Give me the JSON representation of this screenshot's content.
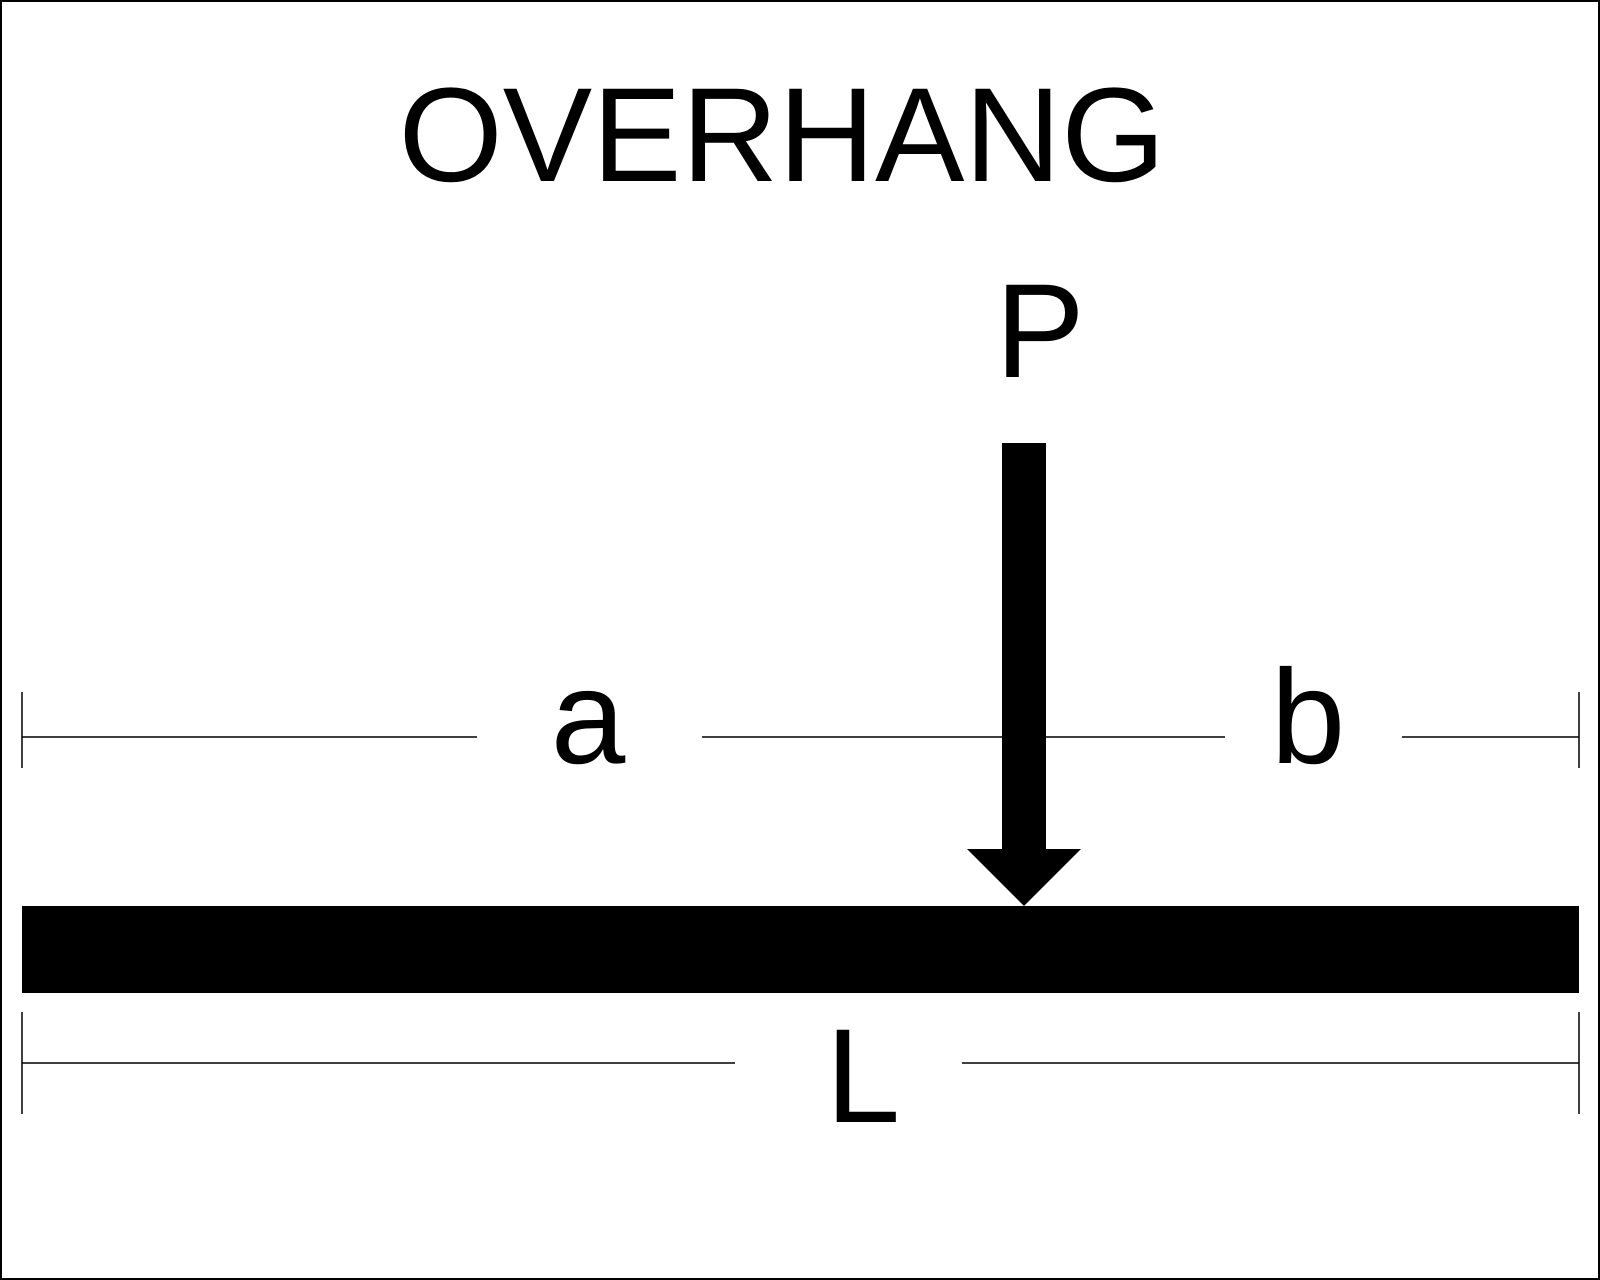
{
  "diagram": {
    "title": "OVERHANG",
    "load_label": "P",
    "dim_a_label": "a",
    "dim_b_label": "b",
    "dim_total_label": "L"
  },
  "colors": {
    "ink": "#000000",
    "background": "#ffffff"
  }
}
